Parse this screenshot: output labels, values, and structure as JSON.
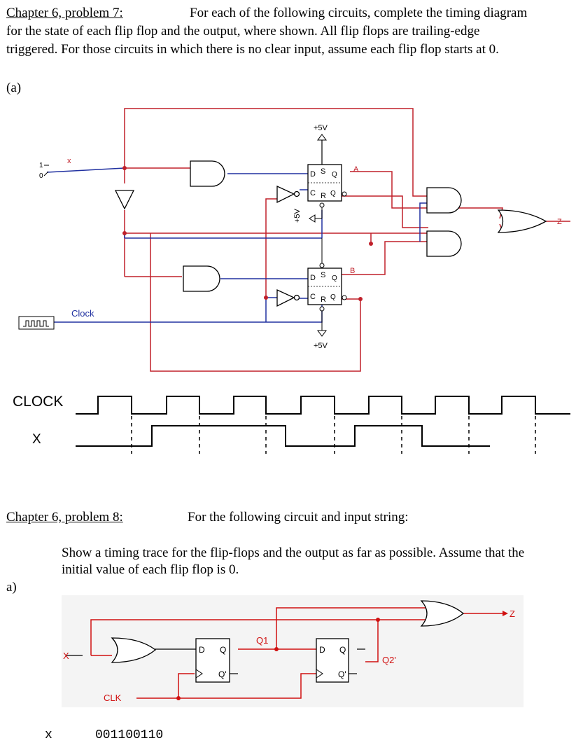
{
  "problem7": {
    "heading": "Chapter 6, problem 7:",
    "intro_line1": "For each of the following circuits, complete the timing diagram",
    "intro_line2": "for the state of each flip flop and the output, where shown. All flip flops are trailing-edge",
    "intro_line3": "triggered. For those circuits in which there is no clear input, assume each flip flop starts at 0.",
    "part_label": "(a)",
    "circuit": {
      "input_label": "x",
      "switch_one": "1",
      "switch_zero": "0",
      "vcc_top": "+5V",
      "vcc_mid": "+5V",
      "vcc_bottom": "+5V",
      "ff_a_label": "A",
      "ff_b_label": "B",
      "clock_label": "Clock",
      "output_label": "Z",
      "pin_d": "D",
      "pin_s": "S",
      "pin_q": "Q",
      "pin_c": "C",
      "pin_r": "R",
      "pin_qbar": "Q"
    },
    "timing": {
      "clock_label": "CLOCK",
      "x_label": "X"
    }
  },
  "problem8": {
    "heading": "Chapter 6, problem 8:",
    "intro": "For the following circuit and input string:",
    "instruction_line1": "Show a timing trace for the flip-flops and the output as far as possible. Assume that the",
    "instruction_line2": "initial value of each flip flop is 0.",
    "part_label": "a)",
    "circuit": {
      "x_label": "X",
      "clk_label": "CLK",
      "q1_label": "Q1",
      "q2_label": "Q2'",
      "z_label": "Z",
      "pin_d": "D",
      "pin_q": "Q",
      "pin_qbar": "Q'"
    },
    "input_label": "x",
    "input_string": "001100110"
  }
}
